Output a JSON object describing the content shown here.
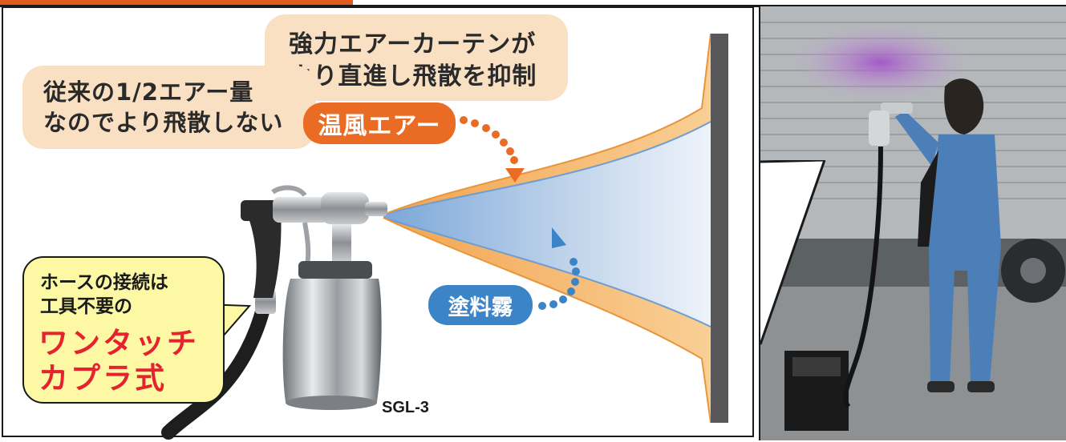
{
  "callouts": {
    "air_curtain": [
      "強力エアーカーテンが",
      "より直進し飛散を抑制"
    ],
    "half_air": [
      "従来の1/2エアー量",
      "なのでより飛散しない"
    ],
    "warm_air_label": "温風エアー",
    "paint_mist_label": "塗料霧",
    "hose": {
      "line1": "ホースの接続は",
      "line2": "工具不要の",
      "highlight1": "ワンタッチ",
      "highlight2": "カプラ式"
    }
  },
  "product": {
    "model": "SGL-3"
  },
  "colors": {
    "accent_orange": "#ea6b23",
    "accent_blue": "#3b84c7",
    "highlight_red": "#e4232f",
    "callout_yellow": "#fdf8a4",
    "callout_peach": "#fae0c3",
    "wall_gray": "#58585a"
  },
  "icons": [
    "spray-gun-icon",
    "dotted-arrow-icon"
  ]
}
